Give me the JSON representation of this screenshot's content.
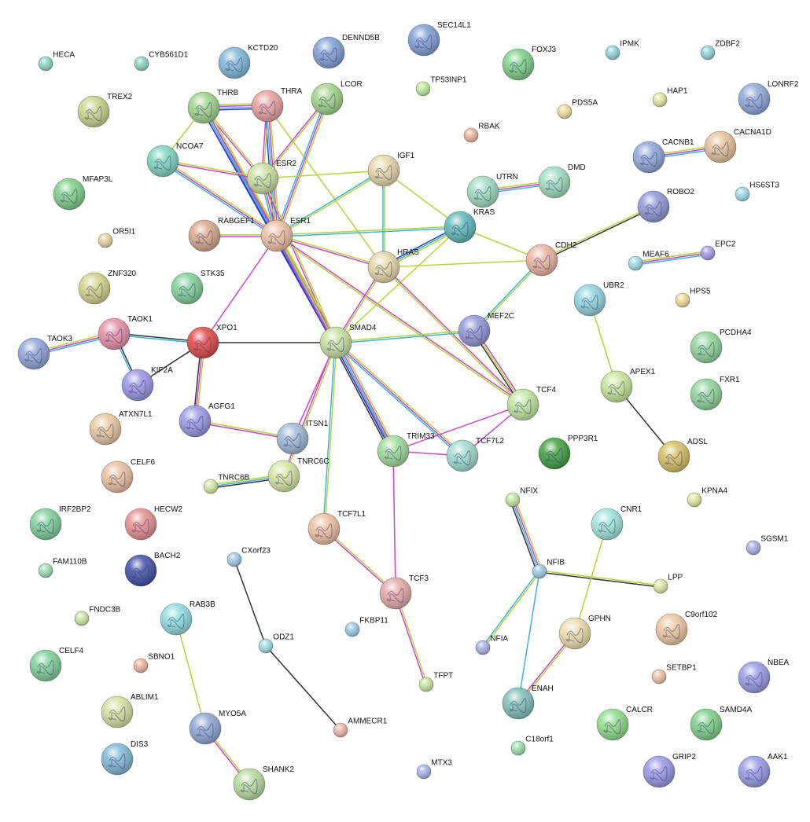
{
  "nodes": [
    {
      "id": "HECA",
      "label": "HECA",
      "color": "#8fd3c0",
      "size": "small"
    },
    {
      "id": "CYB561D1",
      "label": "CYB561D1",
      "color": "#8fd3c0",
      "size": "small"
    },
    {
      "id": "KCTD20",
      "label": "KCTD20",
      "color": "#7fb8d9",
      "size": "large"
    },
    {
      "id": "DENND5B",
      "label": "DENND5B",
      "color": "#7f9fd6",
      "size": "large"
    },
    {
      "id": "SEC14L1",
      "label": "SEC14L1",
      "color": "#7f9fd6",
      "size": "large"
    },
    {
      "id": "FOXJ3",
      "label": "FOXJ3",
      "color": "#7ecf8a",
      "size": "large"
    },
    {
      "id": "IPMK",
      "label": "IPMK",
      "color": "#8fd3d6",
      "size": "small"
    },
    {
      "id": "ZDBF2",
      "label": "ZDBF2",
      "color": "#8fd3d6",
      "size": "small"
    },
    {
      "id": "LONRF2",
      "label": "LONRF2",
      "color": "#8fa6d6",
      "size": "large"
    },
    {
      "id": "TREX2",
      "label": "TREX2",
      "color": "#c8d48a",
      "size": "large"
    },
    {
      "id": "THRB",
      "label": "THRB",
      "color": "#9fd48a",
      "size": "large"
    },
    {
      "id": "THRA",
      "label": "THRA",
      "color": "#e6a0a0",
      "size": "large"
    },
    {
      "id": "LCOR",
      "label": "LCOR",
      "color": "#9fd48a",
      "size": "large"
    },
    {
      "id": "TP53INP1",
      "label": "TP53INP1",
      "color": "#c0e69a",
      "size": "small"
    },
    {
      "id": "HAP1",
      "label": "HAP1",
      "color": "#e4e6a0",
      "size": "small"
    },
    {
      "id": "PDS5A",
      "label": "PDS5A",
      "color": "#ecdc9a",
      "size": "small"
    },
    {
      "id": "RBAK",
      "label": "RBAK",
      "color": "#ecb49a",
      "size": "small"
    },
    {
      "id": "CACNB1",
      "label": "CACNB1",
      "color": "#8fa6d6",
      "size": "large"
    },
    {
      "id": "CACNA1D",
      "label": "CACNA1D",
      "color": "#e6c29a",
      "size": "large"
    },
    {
      "id": "NCOA7",
      "label": "NCOA7",
      "color": "#7fd4c0",
      "size": "large"
    },
    {
      "id": "ESR2",
      "label": "ESR2",
      "color": "#c8e0a0",
      "size": "large"
    },
    {
      "id": "IGF1",
      "label": "IGF1",
      "color": "#e6d8a8",
      "size": "large"
    },
    {
      "id": "UTRN",
      "label": "UTRN",
      "color": "#9fdcc0",
      "size": "large"
    },
    {
      "id": "DMD",
      "label": "DMD",
      "color": "#9fdcc0",
      "size": "large"
    },
    {
      "id": "MFAP3L",
      "label": "MFAP3L",
      "color": "#7ecf8a",
      "size": "large"
    },
    {
      "id": "HS6ST3",
      "label": "HS6ST3",
      "color": "#9fd8e6",
      "size": "small"
    },
    {
      "id": "ROBO2",
      "label": "ROBO2",
      "color": "#8f96d6",
      "size": "large"
    },
    {
      "id": "KRAS",
      "label": "KRAS",
      "color": "#5fb8b8",
      "size": "large"
    },
    {
      "id": "OR5I1",
      "label": "OR5I1",
      "color": "#e6d0a0",
      "size": "small"
    },
    {
      "id": "RABGEF1",
      "label": "RABGEF1",
      "color": "#d6a88a",
      "size": "large"
    },
    {
      "id": "ESR1",
      "label": "ESR1",
      "color": "#ecc0a0",
      "size": "large"
    },
    {
      "id": "CDH2",
      "label": "CDH2",
      "color": "#ecb4a0",
      "size": "large"
    },
    {
      "id": "MEAF6",
      "label": "MEAF6",
      "color": "#9fdce6",
      "size": "small"
    },
    {
      "id": "EPC2",
      "label": "EPC2",
      "color": "#a89ae6",
      "size": "small"
    },
    {
      "id": "HRAS",
      "label": "HRAS",
      "color": "#e6d8a8",
      "size": "large"
    },
    {
      "id": "ZNF320",
      "label": "ZNF320",
      "color": "#d4d48a",
      "size": "large"
    },
    {
      "id": "STK35",
      "label": "STK35",
      "color": "#7ecf9a",
      "size": "large"
    },
    {
      "id": "UBR2",
      "label": "UBR2",
      "color": "#8fd4e0",
      "size": "large"
    },
    {
      "id": "HPS5",
      "label": "HPS5",
      "color": "#ecdc9a",
      "size": "small"
    },
    {
      "id": "TAOK3",
      "label": "TAOK3",
      "color": "#8fa6d6",
      "size": "large"
    },
    {
      "id": "TAOK1",
      "label": "TAOK1",
      "color": "#e68fa6",
      "size": "large"
    },
    {
      "id": "XPO1",
      "label": "XPO1",
      "color": "#e04848",
      "size": "large"
    },
    {
      "id": "SMAD4",
      "label": "SMAD4",
      "color": "#c8e0a0",
      "size": "large"
    },
    {
      "id": "MEF2C",
      "label": "MEF2C",
      "color": "#8f96d6",
      "size": "large"
    },
    {
      "id": "PCDHA4",
      "label": "PCDHA4",
      "color": "#8fd49a",
      "size": "large"
    },
    {
      "id": "KIF2A",
      "label": "KIF2A",
      "color": "#9a96e6",
      "size": "large"
    },
    {
      "id": "APEX1",
      "label": "APEX1",
      "color": "#c8e69a",
      "size": "large"
    },
    {
      "id": "FXR1",
      "label": "FXR1",
      "color": "#8fd49a",
      "size": "large"
    },
    {
      "id": "TCF4",
      "label": "TCF4",
      "color": "#c0e6a0",
      "size": "large"
    },
    {
      "id": "AGFG1",
      "label": "AGFG1",
      "color": "#9a96e6",
      "size": "large"
    },
    {
      "id": "ATXN7L1",
      "label": "ATXN7L1",
      "color": "#e6c8a0",
      "size": "large"
    },
    {
      "id": "ITSN1",
      "label": "ITSN1",
      "color": "#9fb8d6",
      "size": "large"
    },
    {
      "id": "TRIM33",
      "label": "TRIM33",
      "color": "#9fdc9a",
      "size": "large"
    },
    {
      "id": "TCF7L2",
      "label": "TCF7L2",
      "color": "#9fdcd0",
      "size": "large"
    },
    {
      "id": "PPP3R1",
      "label": "PPP3R1",
      "color": "#3f9f3f",
      "size": "large"
    },
    {
      "id": "ADSL",
      "label": "ADSL",
      "color": "#d4c060",
      "size": "large"
    },
    {
      "id": "CELF6",
      "label": "CELF6",
      "color": "#ecc0a0",
      "size": "large"
    },
    {
      "id": "TNRC6C",
      "label": "TNRC6C",
      "color": "#d4e6a0",
      "size": "large"
    },
    {
      "id": "TNRC6B",
      "label": "TNRC6B",
      "color": "#d4e6a0",
      "size": "small"
    },
    {
      "id": "NFIX",
      "label": "NFIX",
      "color": "#c0e6a0",
      "size": "small"
    },
    {
      "id": "KPNA4",
      "label": "KPNA4",
      "color": "#e0e6a0",
      "size": "small"
    },
    {
      "id": "IRF2BP2",
      "label": "IRF2BP2",
      "color": "#7ecf9a",
      "size": "large"
    },
    {
      "id": "HECW2",
      "label": "HECW2",
      "color": "#e68f8f",
      "size": "large"
    },
    {
      "id": "TCF7L1",
      "label": "TCF7L1",
      "color": "#ecc0a0",
      "size": "large"
    },
    {
      "id": "CNR1",
      "label": "CNR1",
      "color": "#9fe6dc",
      "size": "large"
    },
    {
      "id": "SGSM1",
      "label": "SGSM1",
      "color": "#a8b0e6",
      "size": "small"
    },
    {
      "id": "CXorf23",
      "label": "CXorf23",
      "color": "#9fc8e6",
      "size": "small"
    },
    {
      "id": "FAM110B",
      "label": "FAM110B",
      "color": "#9fdcb8",
      "size": "small"
    },
    {
      "id": "BACH2",
      "label": "BACH2",
      "color": "#3f4fa6",
      "size": "large"
    },
    {
      "id": "NFIB",
      "label": "NFIB",
      "color": "#9fc8e6",
      "size": "small"
    },
    {
      "id": "LPP",
      "label": "LPP",
      "color": "#e0e6a0",
      "size": "small"
    },
    {
      "id": "TCF3",
      "label": "TCF3",
      "color": "#e6a8a8",
      "size": "large"
    },
    {
      "id": "RAB3B",
      "label": "RAB3B",
      "color": "#8fdce0",
      "size": "large"
    },
    {
      "id": "FNDC3B",
      "label": "FNDC3B",
      "color": "#c8e6a0",
      "size": "small"
    },
    {
      "id": "C9orf102",
      "label": "C9orf102",
      "color": "#ecc8a0",
      "size": "large"
    },
    {
      "id": "GPHN",
      "label": "GPHN",
      "color": "#ecdca8",
      "size": "large"
    },
    {
      "id": "FKBP11",
      "label": "FKBP11",
      "color": "#9fc8ec",
      "size": "small"
    },
    {
      "id": "ODZ1",
      "label": "ODZ1",
      "color": "#9fdce0",
      "size": "small"
    },
    {
      "id": "NFIA",
      "label": "NFIA",
      "color": "#a8b0e6",
      "size": "small"
    },
    {
      "id": "CELF4",
      "label": "CELF4",
      "color": "#7ecf9a",
      "size": "large"
    },
    {
      "id": "SBNO1",
      "label": "SBNO1",
      "color": "#ecb4a0",
      "size": "small"
    },
    {
      "id": "SETBP1",
      "label": "SETBP1",
      "color": "#ecc0a8",
      "size": "small"
    },
    {
      "id": "NBEA",
      "label": "NBEA",
      "color": "#9a9ae6",
      "size": "large"
    },
    {
      "id": "TFPT",
      "label": "TFPT",
      "color": "#c8e6a0",
      "size": "small"
    },
    {
      "id": "ENAH",
      "label": "ENAH",
      "color": "#7fc0b8",
      "size": "large"
    },
    {
      "id": "ABLIM1",
      "label": "ABLIM1",
      "color": "#d4e0a0",
      "size": "large"
    },
    {
      "id": "MYO5A",
      "label": "MYO5A",
      "color": "#8fa6d6",
      "size": "large"
    },
    {
      "id": "AMMECR1",
      "label": "AMMECR1",
      "color": "#ecb4a8",
      "size": "small"
    },
    {
      "id": "CALCR",
      "label": "CALCR",
      "color": "#8fdc8a",
      "size": "large"
    },
    {
      "id": "SAMD4A",
      "label": "SAMD4A",
      "color": "#7ecf8a",
      "size": "large"
    },
    {
      "id": "C18orf1",
      "label": "C18orf1",
      "color": "#9fdcb0",
      "size": "small"
    },
    {
      "id": "DIS3",
      "label": "DIS3",
      "color": "#7fb8d6",
      "size": "large"
    },
    {
      "id": "GRIP2",
      "label": "GRIP2",
      "color": "#9a96e6",
      "size": "large"
    },
    {
      "id": "AAK1",
      "label": "AAK1",
      "color": "#9a9ae6",
      "size": "large"
    },
    {
      "id": "SHANK2",
      "label": "SHANK2",
      "color": "#b8dca0",
      "size": "large"
    },
    {
      "id": "MTX3",
      "label": "MTX3",
      "color": "#a8b0e6",
      "size": "small"
    }
  ],
  "edge_colors": {
    "green": "#b4d43a",
    "magenta": "#cc44cc",
    "cyan": "#3cb4d8",
    "blue": "#2f3fcf",
    "black": "#333333"
  },
  "edges": [
    {
      "source": "THRB",
      "target": "THRA",
      "evidence": [
        "green",
        "magenta",
        "cyan",
        "blue"
      ]
    },
    {
      "source": "THRB",
      "target": "ESR1",
      "evidence": [
        "green",
        "magenta",
        "cyan",
        "blue"
      ]
    },
    {
      "source": "THRB",
      "target": "ESR2",
      "evidence": [
        "green",
        "magenta"
      ]
    },
    {
      "source": "THRB",
      "target": "NCOA7",
      "evidence": [
        "green"
      ]
    },
    {
      "source": "THRB",
      "target": "SMAD4",
      "evidence": [
        "green",
        "magenta",
        "cyan",
        "blue"
      ]
    },
    {
      "source": "THRA",
      "target": "ESR1",
      "evidence": [
        "green",
        "magenta",
        "cyan",
        "blue"
      ]
    },
    {
      "source": "THRA",
      "target": "ESR2",
      "evidence": [
        "green",
        "magenta"
      ]
    },
    {
      "source": "THRA",
      "target": "HRAS",
      "evidence": [
        "green"
      ]
    },
    {
      "source": "LCOR",
      "target": "ESR1",
      "evidence": [
        "green",
        "magenta",
        "cyan"
      ]
    },
    {
      "source": "LCOR",
      "target": "ESR2",
      "evidence": [
        "green",
        "magenta"
      ]
    },
    {
      "source": "NCOA7",
      "target": "ESR1",
      "evidence": [
        "green",
        "magenta",
        "cyan"
      ]
    },
    {
      "source": "NCOA7",
      "target": "ESR2",
      "evidence": [
        "green",
        "magenta"
      ]
    },
    {
      "source": "ESR2",
      "target": "ESR1",
      "evidence": [
        "green",
        "magenta",
        "cyan"
      ]
    },
    {
      "source": "ESR2",
      "target": "IGF1",
      "evidence": [
        "green"
      ]
    },
    {
      "source": "ESR2",
      "target": "SMAD4",
      "evidence": [
        "green",
        "magenta"
      ]
    },
    {
      "source": "IGF1",
      "target": "ESR1",
      "evidence": [
        "green",
        "cyan"
      ]
    },
    {
      "source": "IGF1",
      "target": "HRAS",
      "evidence": [
        "green",
        "cyan"
      ]
    },
    {
      "source": "IGF1",
      "target": "KRAS",
      "evidence": [
        "green"
      ]
    },
    {
      "source": "UTRN",
      "target": "DMD",
      "evidence": [
        "green",
        "magenta",
        "cyan"
      ]
    },
    {
      "source": "CACNB1",
      "target": "CACNA1D",
      "evidence": [
        "green",
        "magenta",
        "cyan"
      ]
    },
    {
      "source": "RABGEF1",
      "target": "ESR1",
      "evidence": [
        "green",
        "magenta"
      ]
    },
    {
      "source": "ESR1",
      "target": "HRAS",
      "evidence": [
        "green",
        "magenta"
      ]
    },
    {
      "source": "ESR1",
      "target": "SMAD4",
      "evidence": [
        "green",
        "magenta",
        "cyan",
        "blue"
      ]
    },
    {
      "source": "ESR1",
      "target": "XPO1",
      "evidence": [
        "magenta"
      ]
    },
    {
      "source": "ESR1",
      "target": "TCF4",
      "evidence": [
        "magenta",
        "green"
      ]
    },
    {
      "source": "ESR1",
      "target": "TRIM33",
      "evidence": [
        "green",
        "magenta"
      ]
    },
    {
      "source": "ESR1",
      "target": "KRAS",
      "evidence": [
        "green",
        "cyan"
      ]
    },
    {
      "source": "KRAS",
      "target": "HRAS",
      "evidence": [
        "green",
        "cyan",
        "blue"
      ]
    },
    {
      "source": "KRAS",
      "target": "CDH2",
      "evidence": [
        "green"
      ]
    },
    {
      "source": "KRAS",
      "target": "SMAD4",
      "evidence": [
        "green"
      ]
    },
    {
      "source": "HRAS",
      "target": "CDH2",
      "evidence": [
        "green"
      ]
    },
    {
      "source": "HRAS",
      "target": "SMAD4",
      "evidence": [
        "green",
        "magenta"
      ]
    },
    {
      "source": "HRAS",
      "target": "TCF4",
      "evidence": [
        "magenta",
        "green"
      ]
    },
    {
      "source": "CDH2",
      "target": "ROBO2",
      "evidence": [
        "green",
        "black"
      ]
    },
    {
      "source": "CDH2",
      "target": "MEF2C",
      "evidence": [
        "green",
        "cyan"
      ]
    },
    {
      "source": "MEAF6",
      "target": "EPC2",
      "evidence": [
        "green",
        "magenta",
        "cyan"
      ]
    },
    {
      "source": "TAOK3",
      "target": "TAOK1",
      "evidence": [
        "green",
        "magenta",
        "cyan"
      ]
    },
    {
      "source": "TAOK1",
      "target": "XPO1",
      "evidence": [
        "black",
        "cyan"
      ]
    },
    {
      "source": "TAOK1",
      "target": "KIF2A",
      "evidence": [
        "black",
        "cyan"
      ]
    },
    {
      "source": "KIF2A",
      "target": "XPO1",
      "evidence": [
        "black"
      ]
    },
    {
      "source": "XPO1",
      "target": "SMAD4",
      "evidence": [
        "black"
      ]
    },
    {
      "source": "XPO1",
      "target": "AGFG1",
      "evidence": [
        "green",
        "magenta",
        "black"
      ]
    },
    {
      "source": "AGFG1",
      "target": "ITSN1",
      "evidence": [
        "green",
        "magenta"
      ]
    },
    {
      "source": "SMAD4",
      "target": "MEF2C",
      "evidence": [
        "green",
        "cyan"
      ]
    },
    {
      "source": "SMAD4",
      "target": "ITSN1",
      "evidence": [
        "magenta"
      ]
    },
    {
      "source": "SMAD4",
      "target": "TNRC6C",
      "evidence": [
        "green",
        "magenta"
      ]
    },
    {
      "source": "SMAD4",
      "target": "TRIM33",
      "evidence": [
        "green",
        "magenta",
        "cyan",
        "blue",
        "black"
      ]
    },
    {
      "source": "SMAD4",
      "target": "TCF7L2",
      "evidence": [
        "green",
        "magenta",
        "cyan"
      ]
    },
    {
      "source": "SMAD4",
      "target": "TCF7L1",
      "evidence": [
        "green",
        "cyan"
      ]
    },
    {
      "source": "MEF2C",
      "target": "TCF4",
      "evidence": [
        "magenta",
        "green",
        "black"
      ]
    },
    {
      "source": "TCF4",
      "target": "TCF7L2",
      "evidence": [
        "magenta"
      ]
    },
    {
      "source": "TCF4",
      "target": "TRIM33",
      "evidence": [
        "magenta"
      ]
    },
    {
      "source": "TRIM33",
      "target": "TCF7L2",
      "evidence": [
        "magenta"
      ]
    },
    {
      "source": "TRIM33",
      "target": "TCF3",
      "evidence": [
        "magenta"
      ]
    },
    {
      "source": "TNRC6B",
      "target": "TNRC6C",
      "evidence": [
        "green",
        "cyan",
        "black"
      ]
    },
    {
      "source": "TCF7L1",
      "target": "TCF3",
      "evidence": [
        "green",
        "magenta"
      ]
    },
    {
      "source": "TCF3",
      "target": "TFPT",
      "evidence": [
        "green",
        "magenta"
      ]
    },
    {
      "source": "UBR2",
      "target": "APEX1",
      "evidence": [
        "green"
      ]
    },
    {
      "source": "APEX1",
      "target": "ADSL",
      "evidence": [
        "black"
      ]
    },
    {
      "source": "NFIX",
      "target": "NFIB",
      "evidence": [
        "green",
        "magenta",
        "cyan",
        "black"
      ]
    },
    {
      "source": "NFIB",
      "target": "LPP",
      "evidence": [
        "green",
        "black"
      ]
    },
    {
      "source": "NFIB",
      "target": "NFIA",
      "evidence": [
        "green",
        "cyan"
      ]
    },
    {
      "source": "NFIB",
      "target": "ENAH",
      "evidence": [
        "cyan"
      ]
    },
    {
      "source": "CNR1",
      "target": "GPHN",
      "evidence": [
        "green"
      ]
    },
    {
      "source": "GPHN",
      "target": "ENAH",
      "evidence": [
        "green",
        "magenta"
      ]
    },
    {
      "source": "CXorf23",
      "target": "ODZ1",
      "evidence": [
        "black"
      ]
    },
    {
      "source": "ODZ1",
      "target": "AMMECR1",
      "evidence": [
        "black"
      ]
    },
    {
      "source": "RAB3B",
      "target": "MYO5A",
      "evidence": [
        "green"
      ]
    },
    {
      "source": "MYO5A",
      "target": "SHANK2",
      "evidence": [
        "green",
        "magenta"
      ]
    }
  ]
}
